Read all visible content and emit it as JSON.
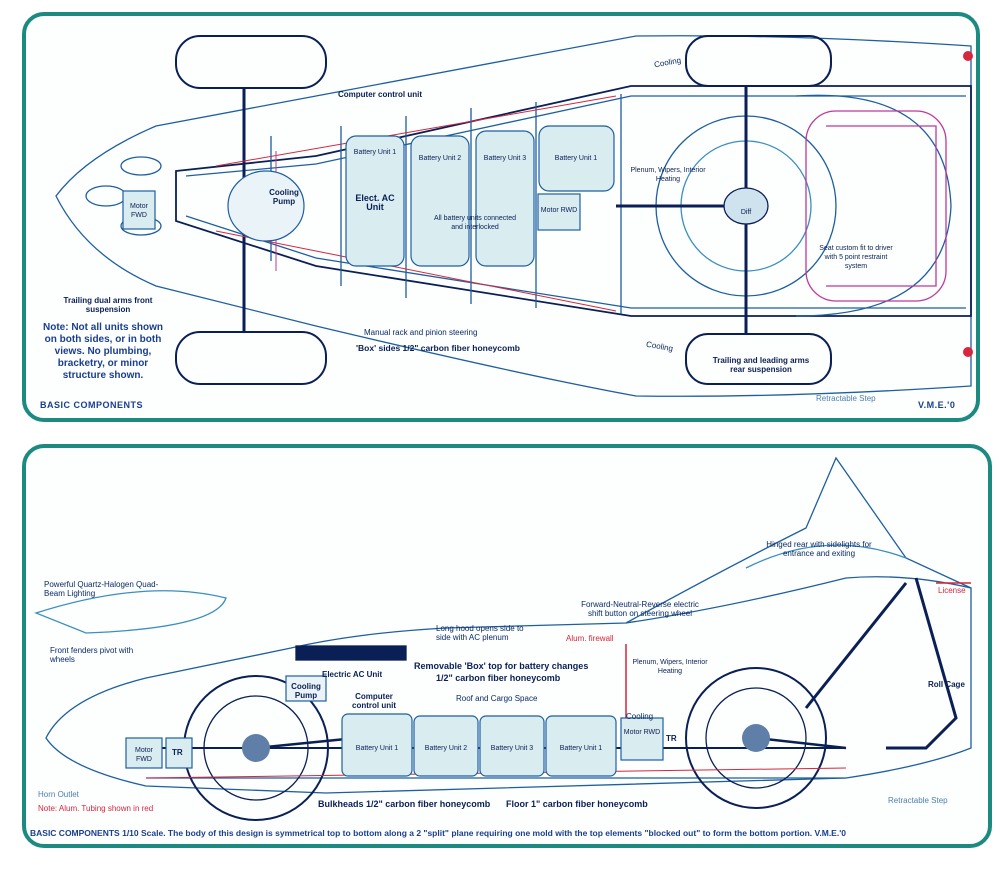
{
  "top_view": {
    "caption": "BASIC COMPONENTS",
    "signature": "V.M.E.'0",
    "note": "Note: Not all units shown on both sides, or in both views. No plumbing, bracketry, or minor structure shown.",
    "labels": {
      "computer_control": "Computer control unit",
      "cooling_pump": "Cooling Pump",
      "elect_ac": "Elect. AC Unit",
      "battery_unit_1a": "Battery Unit 1",
      "battery_unit_2": "Battery Unit 2",
      "battery_unit_3": "Battery Unit 3",
      "battery_unit_1b": "Battery Unit 1",
      "battery_note": "All battery units connected and interlocked",
      "motor_fwd": "Motor FWD",
      "motor_rwd": "Motor RWD",
      "plenum": "Plenum, Wipers, Interior Heating",
      "cooling_top": "Cooling",
      "cooling_bottom": "Cooling",
      "seat_note": "Seat custom fit to driver with 5 point restraint system",
      "trailing_front": "Trailing dual arms front suspension",
      "steering": "Manual rack and pinion steering",
      "box_sides": "'Box' sides 1/2\" carbon fiber honeycomb",
      "trailing_rear": "Trailing and leading arms rear suspension",
      "retractable_step": "Retractable Step",
      "diff_label": "Diff"
    }
  },
  "side_view": {
    "caption": "BASIC COMPONENTS 1/10 Scale. The body of this design is symmetrical top to bottom along a 2 \"split\" plane requiring one mold with the top elements \"blocked out\" to form the bottom portion.  V.M.E.'0",
    "labels": {
      "headlights": "Powerful Quartz-Halogen Quad-Beam Lighting",
      "front_fenders": "Front fenders pivot with wheels",
      "cooling_pump": "Cooling Pump",
      "electric_ac": "Electric AC Unit",
      "computer_control": "Computer control unit",
      "long_hood": "Long hood opens side to side with AC plenum",
      "removable_box": "Removable 'Box' top for battery changes",
      "removable_box_2": "1/2\" carbon fiber honeycomb",
      "alum_firewall": "Alum. firewall",
      "roof_cargo": "Roof and Cargo Space",
      "plenum": "Plenum, Wipers, Interior Heating",
      "cooling": "Cooling",
      "fwd_neutral": "Forward-Neutral-Reverse electric shift button on steering wheel",
      "hinged_rear": "Hinged rear with sidelights for entrance and exiting",
      "license": "License",
      "roll_cage": "Roll Cage",
      "motor_fwd": "Motor FWD",
      "motor_rwd": "Motor RWD",
      "battery_1a": "Battery Unit 1",
      "battery_2": "Battery Unit 2",
      "battery_3": "Battery Unit 3",
      "battery_1b": "Battery Unit 1",
      "tr_a": "TR",
      "tr_b": "TR",
      "horn": "Horn Outlet",
      "alum_tubing": "Note: Alum. Tubing shown in red",
      "bulkheads": "Bulkheads 1/2\" carbon fiber honeycomb",
      "floor": "Floor 1\" carbon fiber honeycomb",
      "retractable_step": "Retractable Step"
    }
  },
  "colors": {
    "frame": "#1d8a82",
    "line": "#1e5fa0",
    "dark": "#0a1f55",
    "red": "#d7263d",
    "magenta": "#c0399a",
    "battery": "#d9ecf0"
  }
}
